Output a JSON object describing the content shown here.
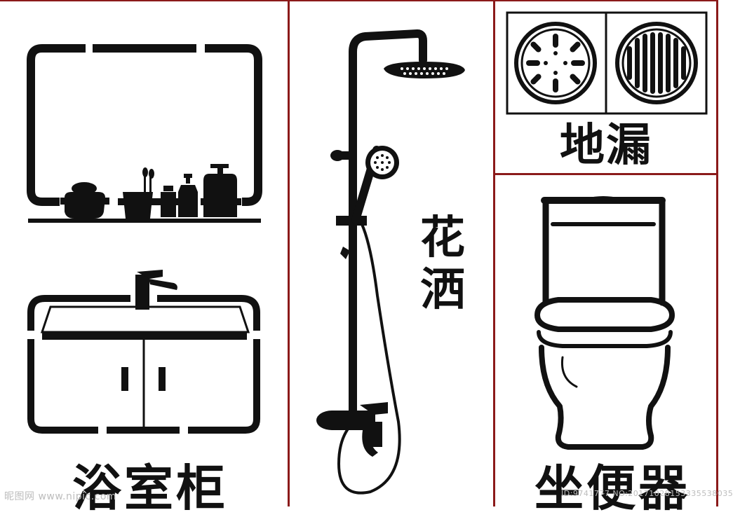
{
  "panels": {
    "vanity": {
      "label": "浴室柜"
    },
    "shower": {
      "label_line1": "花",
      "label_line2": "洒"
    },
    "floor_drain": {
      "label": "地漏"
    },
    "toilet": {
      "label": "坐便器"
    }
  },
  "watermark": {
    "left": "昵图网 www.nipic.com",
    "right": "ID:9741777 NO:20171028153335538035"
  },
  "colors": {
    "divider": "#8b1a1a",
    "ink": "#111111",
    "background": "#ffffff"
  }
}
